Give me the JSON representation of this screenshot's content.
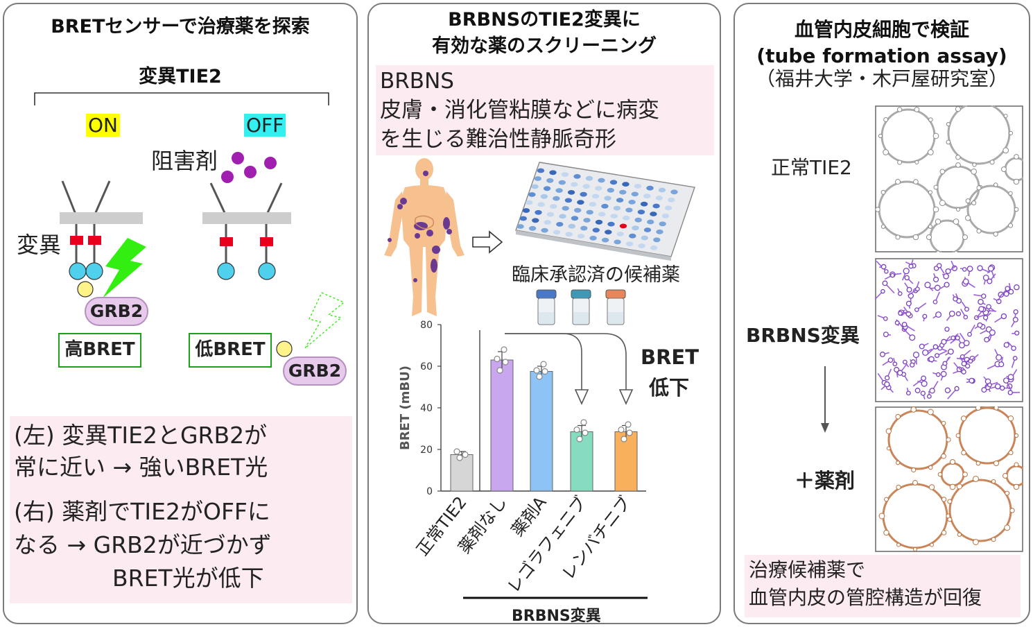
{
  "left_panel": {
    "title": "BRETセンサーで治療薬を探索",
    "diagram_title": "変異TIE2",
    "on_label": "ON",
    "off_label": "OFF",
    "inhibitor_label": "阻害剤",
    "mutation_label": "変異",
    "grb2_label": "GRB2",
    "high_bret": "高BRET",
    "low_bret": "低BRET",
    "explanation_lines": [
      "(左) 変異TIE2とGRB2が",
      "常に近い → 強いBRET光",
      "(右) 薬剤でTIE2がOFFに",
      "なる → GRB2が近づかず",
      "BRET光が低下"
    ]
  },
  "middle_panel": {
    "title_line1": "BRBNSのTIE2変異に",
    "title_line2": "有効な薬のスクリーニング",
    "info_lines": [
      "BRBNS",
      "皮膚・消化管粘膜などに病変",
      "を生じる難治性静脈奇形"
    ],
    "candidate_label": "臨床承認済の候補薬",
    "bret_drop_line1": "BRET",
    "bret_drop_line2": "低下",
    "group_label": "BRBNS変異"
  },
  "right_panel": {
    "title_line1": "血管内皮細胞で検証",
    "title_line2": "(tube formation assay)",
    "title_line3": "（福井大学・木戸屋研究室）",
    "normal_label": "正常TIE2",
    "mutant_label": "BRBNS変異",
    "drug_label": "＋薬剤",
    "result_lines": [
      "治療候補薬で",
      "血管内皮の管腔構造が回復"
    ]
  },
  "colors": {
    "panel_border": "#7a7a7a",
    "pink_box": "#fcebf1",
    "green_box": "#1aa31a",
    "receptor_red": "#e8001c",
    "receptor_cyan": "#4fd0ec",
    "inhibitor_purple": "#a01eb0",
    "lightning_green": "#33ee11",
    "body_skin": "#f6c08f"
  },
  "chart_data": {
    "type": "bar",
    "categories": [
      "正常TIE2",
      "薬剤なし",
      "薬剤A",
      "レゴラフェニブ",
      "レンバチニブ"
    ],
    "values": [
      17.5,
      63,
      57.5,
      28.5,
      28.5
    ],
    "errors": [
      1.5,
      4,
      2.5,
      3,
      3
    ],
    "points": [
      [
        16,
        17.5,
        19
      ],
      [
        58,
        62,
        63.5,
        68
      ],
      [
        55,
        57.5,
        58,
        61
      ],
      [
        25,
        28,
        29.5,
        33
      ],
      [
        25,
        28,
        29.5,
        32
      ]
    ],
    "colors": [
      "#d6d6d6",
      "#c9a7ee",
      "#8ec3f5",
      "#86dcc0",
      "#f8b05d"
    ],
    "ylabel": "BRET (mBU)",
    "yticks": [
      0,
      20,
      40,
      60,
      80
    ],
    "ylim": [
      0,
      80
    ],
    "group_label": "BRBNS変異"
  }
}
